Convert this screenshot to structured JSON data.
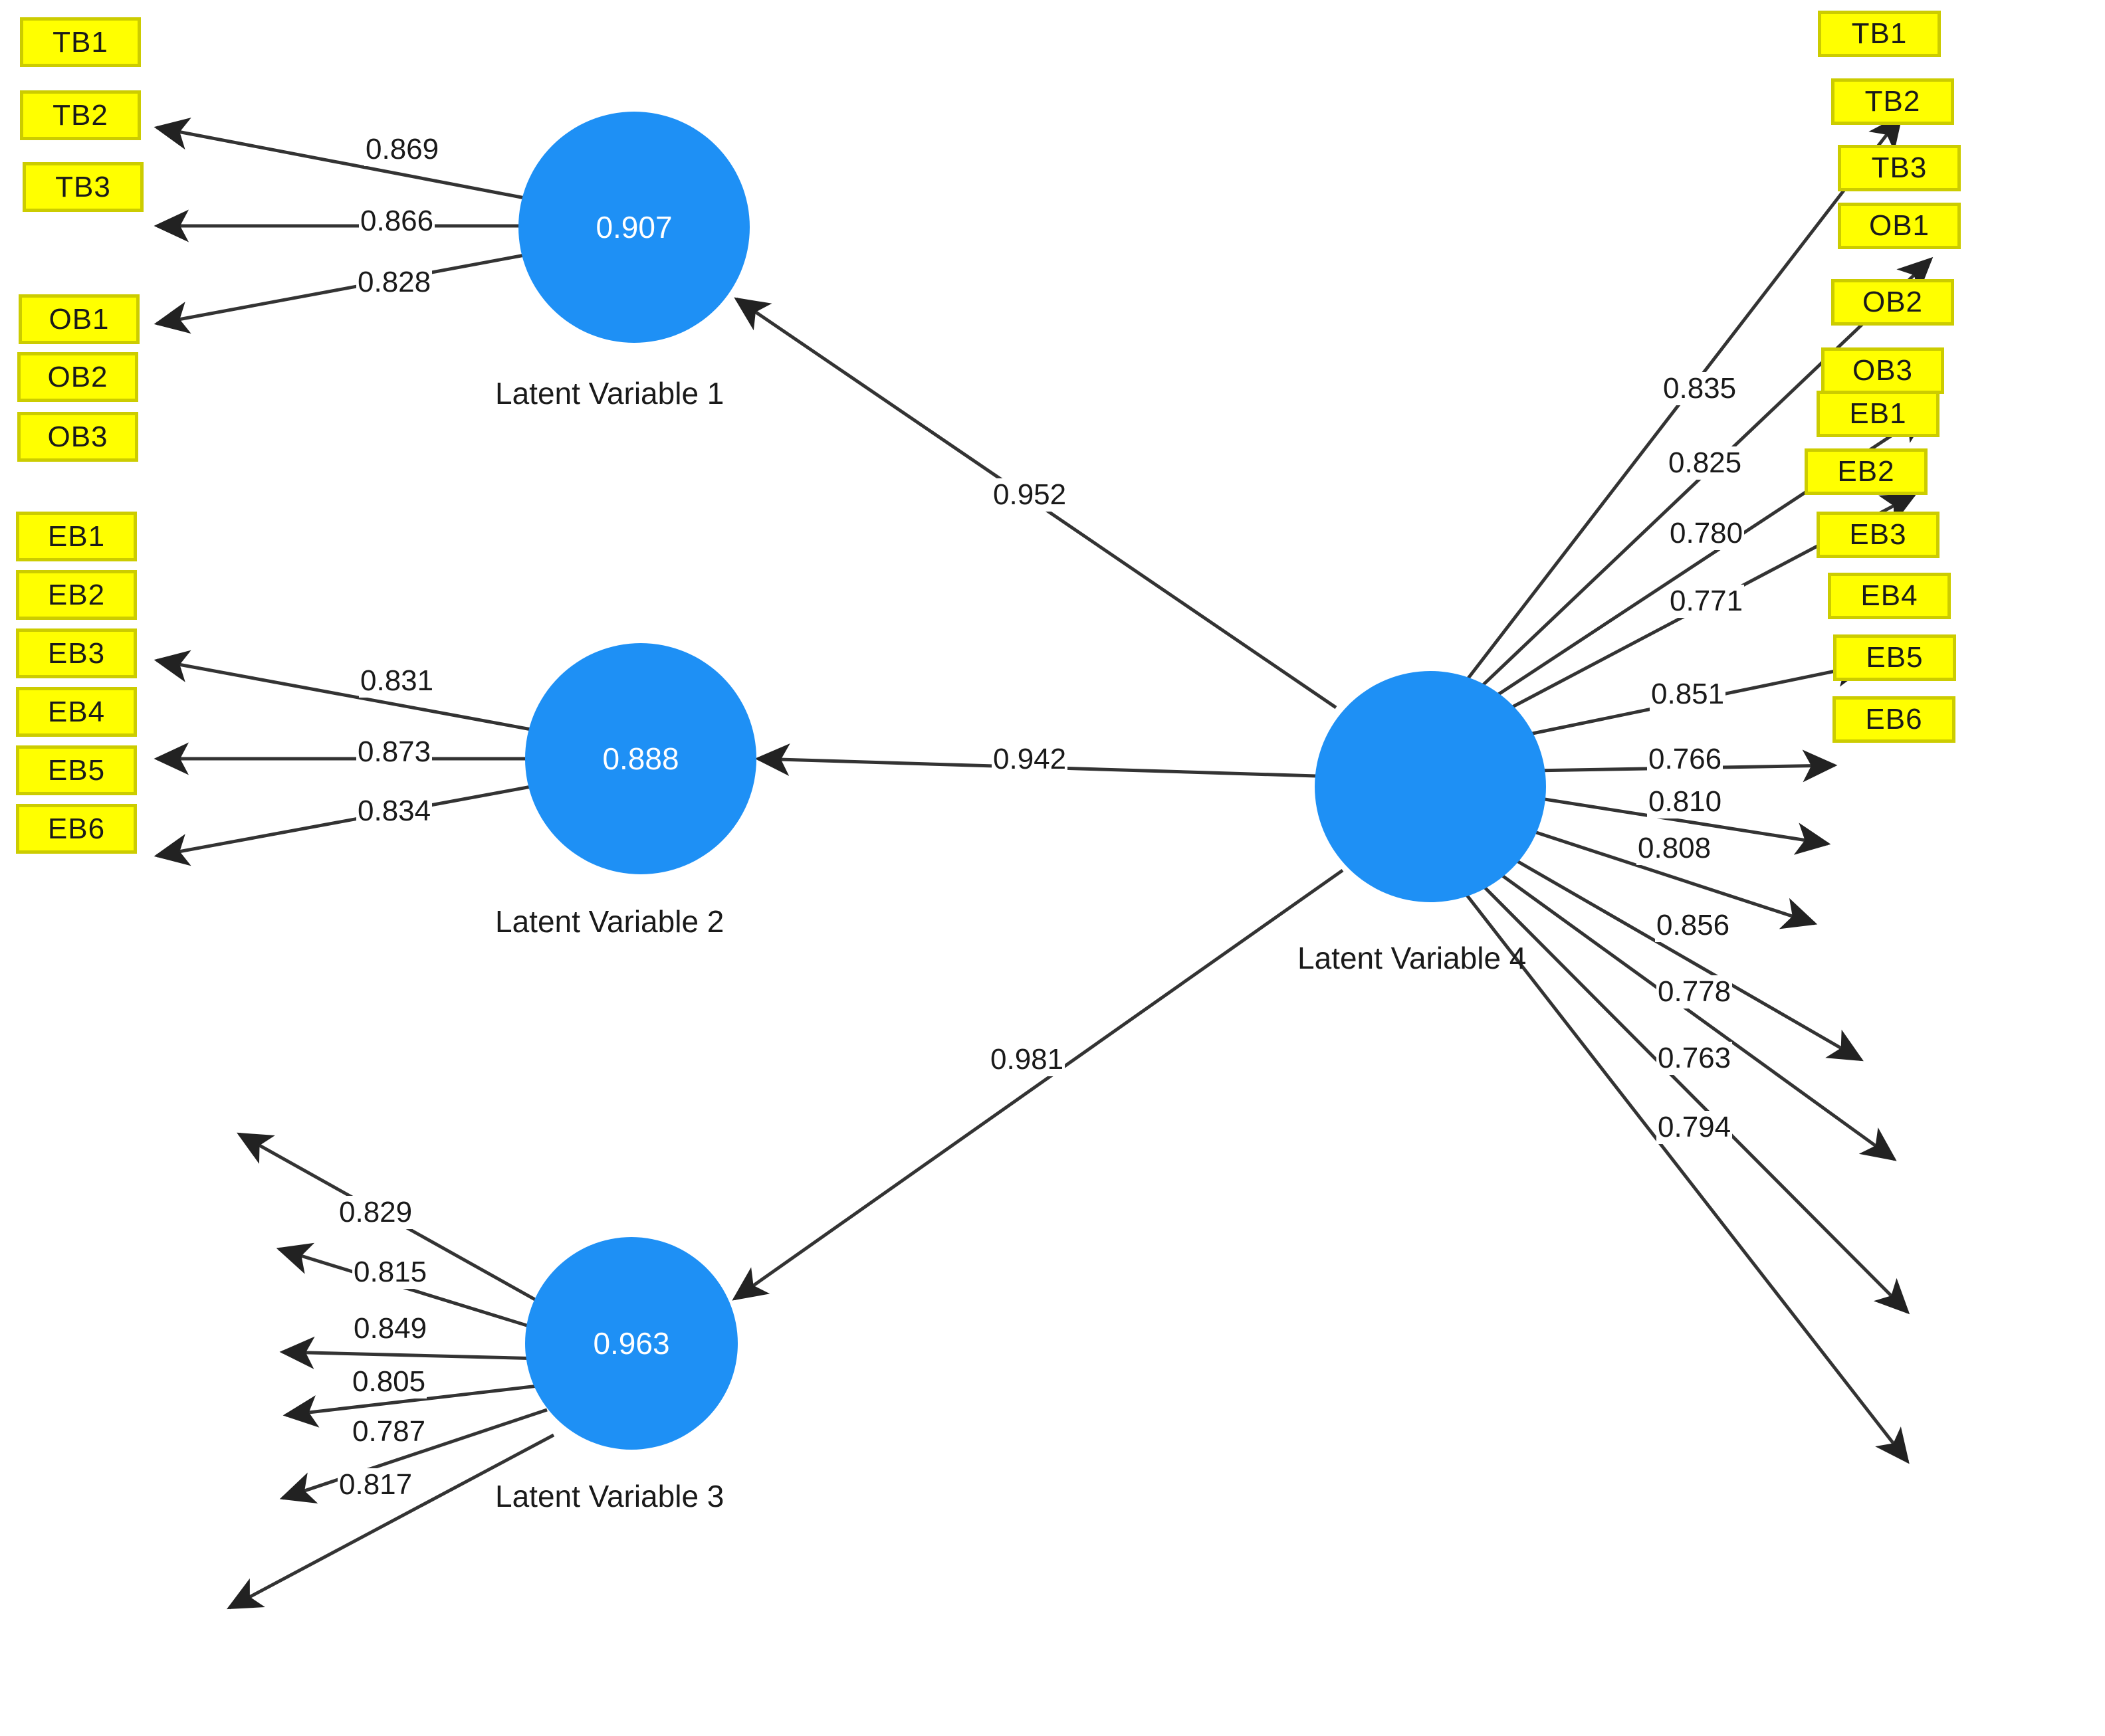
{
  "diagram": {
    "type": "sem-path-diagram",
    "title": "",
    "colors": {
      "indicator_fill": "#ffff00",
      "indicator_border": "#cccc00",
      "latent_fill": "#1e90f5",
      "latent_text": "#ffffff",
      "edge": "#333333",
      "background": "#ffffff",
      "label_text": "#1a1a1a"
    }
  },
  "chart_data": {
    "type": "diagram",
    "title": "",
    "latent_variables": [
      {
        "id": "lv1",
        "label": "Latent Variable 1",
        "value": "0.907"
      },
      {
        "id": "lv2",
        "label": "Latent Variable 2",
        "value": "0.888"
      },
      {
        "id": "lv3",
        "label": "Latent Variable 3",
        "value": "0.963"
      },
      {
        "id": "lv4",
        "label": "Latent Variable 4",
        "value": ""
      }
    ],
    "structural_paths": [
      {
        "from": "lv4",
        "to": "lv1",
        "value": "0.952"
      },
      {
        "from": "lv4",
        "to": "lv2",
        "value": "0.942"
      },
      {
        "from": "lv4",
        "to": "lv3",
        "value": "0.981"
      }
    ],
    "measurement_models": [
      {
        "latent": "lv1",
        "indicators": [
          {
            "name": "TB1",
            "loading": "0.869"
          },
          {
            "name": "TB2",
            "loading": "0.866"
          },
          {
            "name": "TB3",
            "loading": "0.828"
          }
        ]
      },
      {
        "latent": "lv2",
        "indicators": [
          {
            "name": "OB1",
            "loading": "0.831"
          },
          {
            "name": "OB2",
            "loading": "0.873"
          },
          {
            "name": "OB3",
            "loading": "0.834"
          }
        ]
      },
      {
        "latent": "lv3",
        "indicators": [
          {
            "name": "EB1",
            "loading": "0.829"
          },
          {
            "name": "EB2",
            "loading": "0.815"
          },
          {
            "name": "EB3",
            "loading": "0.849"
          },
          {
            "name": "EB4",
            "loading": "0.805"
          },
          {
            "name": "EB5",
            "loading": "0.787"
          },
          {
            "name": "EB6",
            "loading": "0.817"
          }
        ]
      },
      {
        "latent": "lv4",
        "indicators": [
          {
            "name": "TB1",
            "loading": "0.835"
          },
          {
            "name": "TB2",
            "loading": "0.825"
          },
          {
            "name": "TB3",
            "loading": "0.780"
          },
          {
            "name": "OB1",
            "loading": "0.771"
          },
          {
            "name": "OB2",
            "loading": "0.851"
          },
          {
            "name": "OB3",
            "loading": "0.766"
          },
          {
            "name": "EB1",
            "loading": "0.810"
          },
          {
            "name": "EB2",
            "loading": "0.808"
          },
          {
            "name": "EB3",
            "loading": "0.856"
          },
          {
            "name": "EB4",
            "loading": "0.778"
          },
          {
            "name": "EB5",
            "loading": "0.763"
          },
          {
            "name": "EB6",
            "loading": "0.794"
          }
        ]
      }
    ]
  },
  "left": {
    "boxes": [
      {
        "label": "TB1"
      },
      {
        "label": "TB2"
      },
      {
        "label": "TB3"
      },
      {
        "label": "OB1"
      },
      {
        "label": "OB2"
      },
      {
        "label": "OB3"
      },
      {
        "label": "EB1"
      },
      {
        "label": "EB2"
      },
      {
        "label": "EB3"
      },
      {
        "label": "EB4"
      },
      {
        "label": "EB5"
      },
      {
        "label": "EB6"
      }
    ],
    "loadings": [
      {
        "value": "0.869"
      },
      {
        "value": "0.866"
      },
      {
        "value": "0.828"
      },
      {
        "value": "0.831"
      },
      {
        "value": "0.873"
      },
      {
        "value": "0.834"
      },
      {
        "value": "0.829"
      },
      {
        "value": "0.815"
      },
      {
        "value": "0.849"
      },
      {
        "value": "0.805"
      },
      {
        "value": "0.787"
      },
      {
        "value": "0.817"
      }
    ]
  },
  "right": {
    "boxes": [
      {
        "label": "TB1"
      },
      {
        "label": "TB2"
      },
      {
        "label": "TB3"
      },
      {
        "label": "OB1"
      },
      {
        "label": "OB2"
      },
      {
        "label": "OB3"
      },
      {
        "label": "EB1"
      },
      {
        "label": "EB2"
      },
      {
        "label": "EB3"
      },
      {
        "label": "EB4"
      },
      {
        "label": "EB5"
      },
      {
        "label": "EB6"
      }
    ],
    "loadings": [
      {
        "value": "0.835"
      },
      {
        "value": "0.825"
      },
      {
        "value": "0.780"
      },
      {
        "value": "0.771"
      },
      {
        "value": "0.851"
      },
      {
        "value": "0.766"
      },
      {
        "value": "0.810"
      },
      {
        "value": "0.808"
      },
      {
        "value": "0.856"
      },
      {
        "value": "0.778"
      },
      {
        "value": "0.763"
      },
      {
        "value": "0.794"
      }
    ]
  },
  "latents": {
    "lv1": {
      "value": "0.907",
      "label": "Latent Variable 1"
    },
    "lv2": {
      "value": "0.888",
      "label": "Latent Variable 2"
    },
    "lv3": {
      "value": "0.963",
      "label": "Latent Variable 3"
    },
    "lv4": {
      "value": "",
      "label": "Latent Variable 4"
    }
  },
  "paths": {
    "lv4_to_lv1": "0.952",
    "lv4_to_lv2": "0.942",
    "lv4_to_lv3": "0.981"
  }
}
